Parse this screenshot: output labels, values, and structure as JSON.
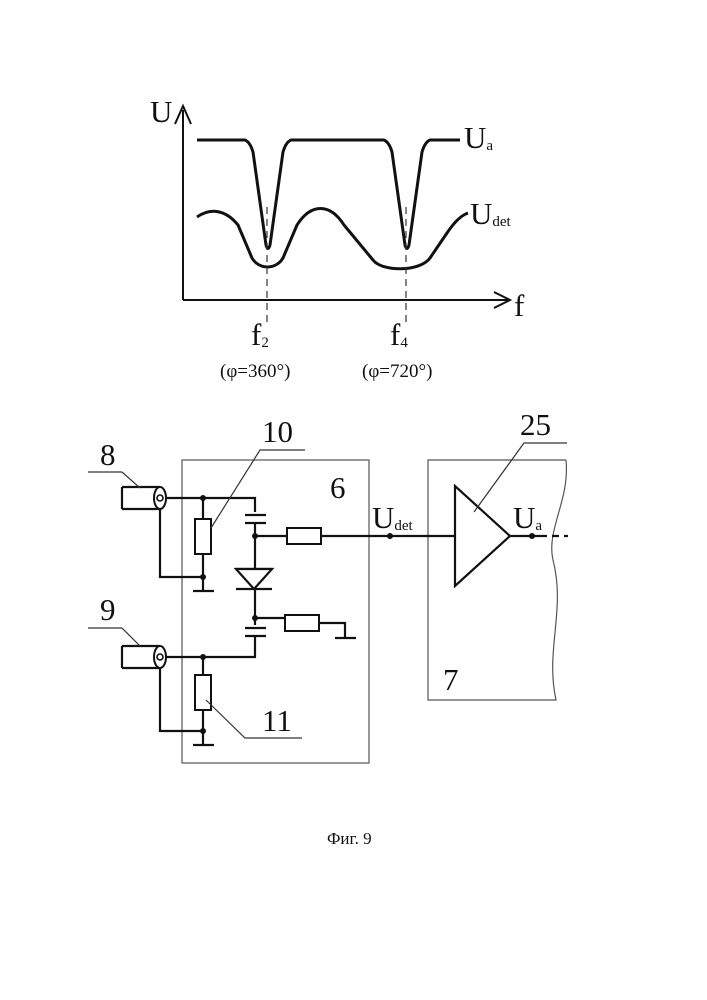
{
  "graph": {
    "y_axis": "U",
    "x_axis": "f",
    "curve_a": {
      "main": "U",
      "sub": "a"
    },
    "curve_det": {
      "main": "U",
      "sub": "det"
    },
    "marker_1": {
      "main": "f",
      "sub": "2",
      "phase": "(φ=360°)"
    },
    "marker_2": {
      "main": "f",
      "sub": "4",
      "phase": "(φ=720°)"
    }
  },
  "circuit": {
    "ref_8": "8",
    "ref_9": "9",
    "ref_10": "10",
    "ref_11": "11",
    "ref_25": "25",
    "block_6": "6",
    "block_7": "7",
    "signal_in": {
      "main": "U",
      "sub": "det"
    },
    "signal_out": {
      "main": "U",
      "sub": "a"
    }
  },
  "caption": "Фиг. 9"
}
